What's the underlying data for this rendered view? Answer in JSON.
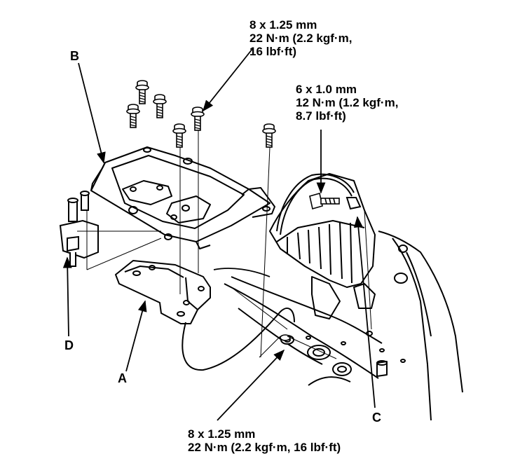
{
  "callouts": {
    "top_bolt": {
      "line1": "8 x 1.25 mm",
      "line2": "22 N·m (2.2 kgf·m,",
      "line3": "16 lbf·ft)"
    },
    "right_bolt": {
      "line1": "6 x 1.0 mm",
      "line2": "12 N·m (1.2 kgf·m,",
      "line3": "8.7 lbf·ft)"
    },
    "bottom_bolt": {
      "line1": "8 x 1.25 mm",
      "line2": "22 N·m (2.2 kgf·m, 16 lbf·ft)"
    }
  },
  "parts": {
    "a": "A",
    "b": "B",
    "c": "C",
    "d": "D"
  }
}
